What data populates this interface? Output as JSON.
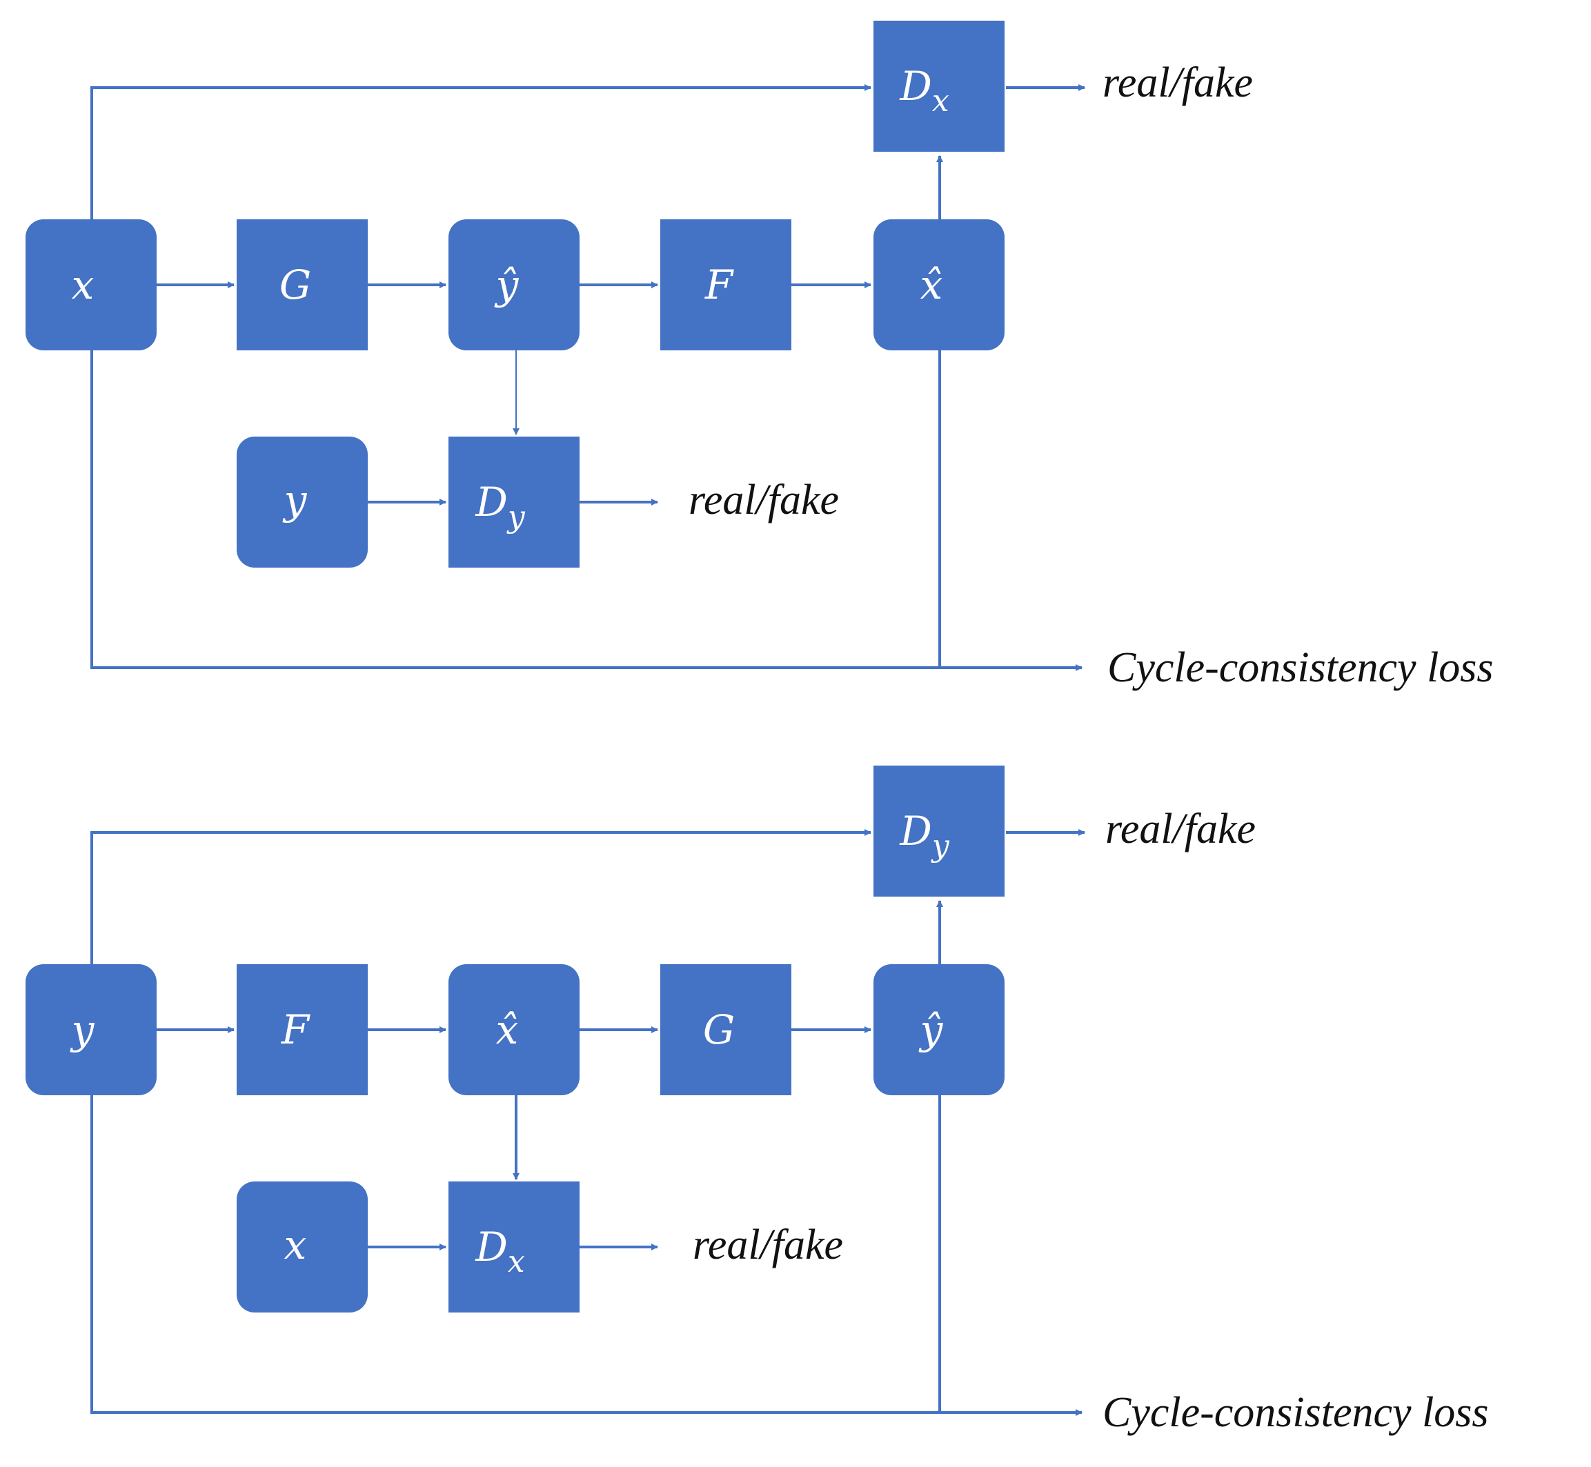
{
  "colors": {
    "box": "#4472C4",
    "line": "#4472C4",
    "node_text": "#FFFFFF",
    "output_text": "#111111"
  },
  "panels": [
    {
      "nodes": {
        "input": "x",
        "generator": "G",
        "generated": "ŷ",
        "inverse": "F",
        "reconstructed": "x̂",
        "real_sample": "y",
        "disc_main": "D",
        "disc_main_sub": "x",
        "disc_aux": "D",
        "disc_aux_sub": "y"
      },
      "outputs": {
        "main": "real/fake",
        "aux": "real/fake",
        "cycle": "Cycle-consistency loss"
      }
    },
    {
      "nodes": {
        "input": "y",
        "generator": "F",
        "generated": "x̂",
        "inverse": "G",
        "reconstructed": "ŷ",
        "real_sample": "x",
        "disc_main": "D",
        "disc_main_sub": "y",
        "disc_aux": "D",
        "disc_aux_sub": "x"
      },
      "outputs": {
        "main": "real/fake",
        "aux": "real/fake",
        "cycle": "Cycle-consistency loss"
      }
    }
  ]
}
